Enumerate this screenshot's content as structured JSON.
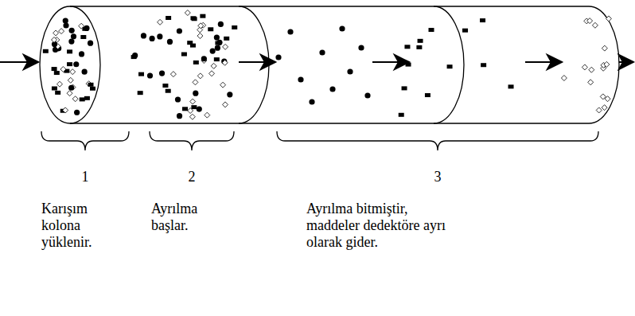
{
  "diagram": {
    "labels": [
      "1",
      "2",
      "3",
      "Karışım kolona yüklenir.",
      "Ayrılma başlar.",
      "Ayrılma bitmiştir, maddeler dedektöre ayrı olarak gider."
    ]
  }
}
